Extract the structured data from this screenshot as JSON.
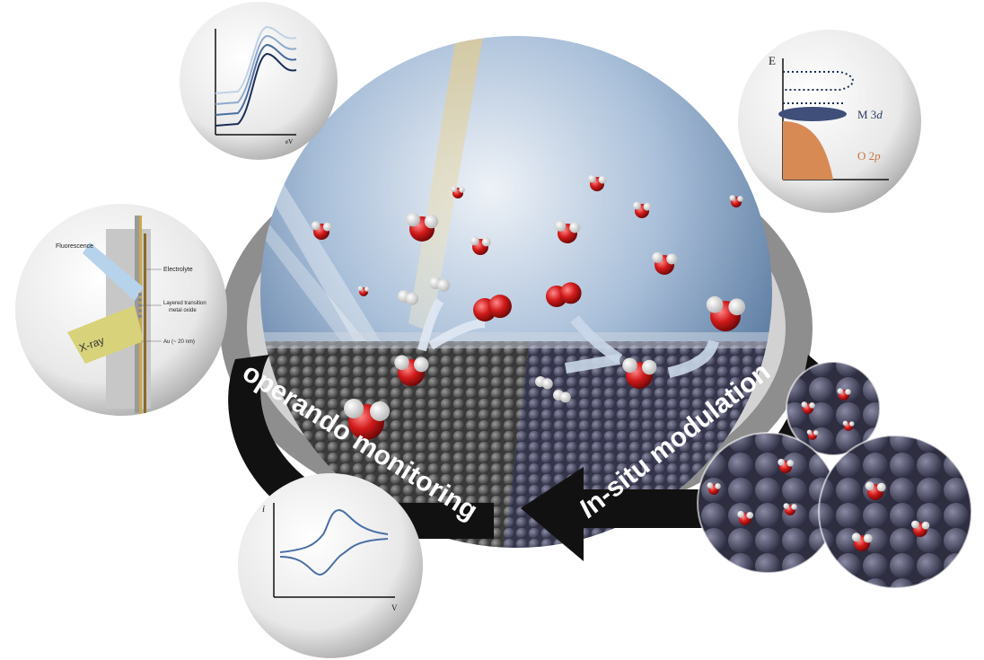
{
  "diagram": {
    "arrow_left_text": "operando monitoring",
    "arrow_right_text": {
      "italic": "I",
      "rest": "n-situ modulation"
    },
    "xas_panel": {
      "x_axis_label": "eV"
    },
    "cell_panel": {
      "fluorescence_label": "Fluorescence",
      "electrolyte_label": "Electrolyte",
      "oxide_label_line1": "Layered transition",
      "oxide_label_line2": "metal oxide",
      "gold_label": "Au (~ 20 nm)",
      "xray_label": "X-ray"
    },
    "band_panel": {
      "e_axis_label": "E",
      "m3d_label": "M 3",
      "m3d_italic": "d",
      "o2p_label": "O 2",
      "o2p_italic": "p"
    },
    "cv_panel": {
      "i_axis_label": "i",
      "v_axis_label": "V"
    },
    "colors": {
      "oxygen": "#d11a1a",
      "hydrogen": "#f2f2f2",
      "arrow": "#111111",
      "cathode_surface": "#5a5a6e",
      "band_m3d": "#3f4f7a",
      "band_o2p": "#d88a55"
    }
  }
}
